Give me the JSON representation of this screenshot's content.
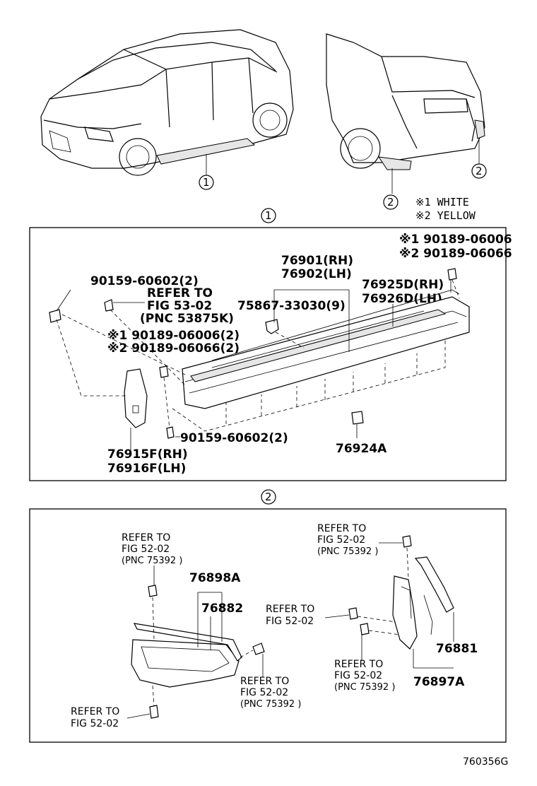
{
  "callouts": {
    "one": "1",
    "two": "2"
  },
  "legend": {
    "line1": "※1 WHITE",
    "line2": "※2 YELLOW"
  },
  "section1": {
    "clip_top_1": "※1 90189-06006",
    "clip_top_2": "※2 90189-06066",
    "screw_left": "90159-60602(2)",
    "refer_1": "REFER TO",
    "refer_2": "FIG 53-02",
    "refer_3": "(PNC 53875K)",
    "molding_rh": "76901(RH)",
    "molding_lh": "76902(LH)",
    "clip_mid": "75867-33030(9)",
    "extension_rh": "76925D(RH)",
    "extension_lh": "76926D(LH)",
    "clip_left_1": "※1 90189-06006(2)",
    "clip_left_2": "※2 90189-06066(2)",
    "screw_bottom": "90159-60602(2)",
    "nut": "76924A",
    "bracket_rh": "76915F(RH)",
    "bracket_lh": "76916F(LH)"
  },
  "section2": {
    "refer_a_1": "REFER TO",
    "refer_a_2": "FIG 52-02",
    "refer_a_3": "(PNC 75392 )",
    "part_a": "76898A",
    "part_b": "76882",
    "refer_b_1": "REFER TO",
    "refer_b_2": "FIG 52-02",
    "refer_b_3": "(PNC 75392 )",
    "refer_c_1": "REFER TO",
    "refer_c_2": "FIG 52-02",
    "refer_d_1": "REFER TO",
    "refer_d_2": "FIG 52-02",
    "refer_d_3": "(PNC 75392 )",
    "refer_e_1": "REFER TO",
    "refer_e_2": "FIG 52-02",
    "refer_f_1": "REFER TO",
    "refer_f_2": "FIG 52-02",
    "refer_f_3": "(PNC 75392 )",
    "part_c": "76881",
    "part_d": "76897A"
  },
  "footer": {
    "code": "760356G"
  }
}
